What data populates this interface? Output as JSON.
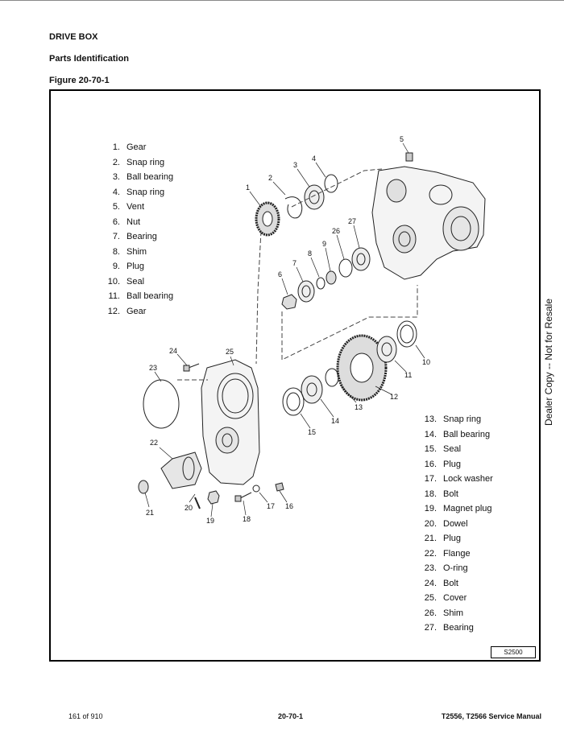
{
  "header": {
    "section_title": "DRIVE BOX",
    "subtitle": "Parts Identification",
    "figure_label": "Figure 20-70-1"
  },
  "legend_left": [
    {
      "num": "1.",
      "label": "Gear"
    },
    {
      "num": "2.",
      "label": "Snap ring"
    },
    {
      "num": "3.",
      "label": "Ball bearing"
    },
    {
      "num": "4.",
      "label": "Snap ring"
    },
    {
      "num": "5.",
      "label": "Vent"
    },
    {
      "num": "6.",
      "label": "Nut"
    },
    {
      "num": "7.",
      "label": "Bearing"
    },
    {
      "num": "8.",
      "label": "Shim"
    },
    {
      "num": "9.",
      "label": "Plug"
    },
    {
      "num": "10.",
      "label": "Seal"
    },
    {
      "num": "11.",
      "label": "Ball bearing"
    },
    {
      "num": "12.",
      "label": "Gear"
    }
  ],
  "legend_right": [
    {
      "num": "13.",
      "label": "Snap ring"
    },
    {
      "num": "14.",
      "label": "Ball bearing"
    },
    {
      "num": "15.",
      "label": "Seal"
    },
    {
      "num": "16.",
      "label": "Plug"
    },
    {
      "num": "17.",
      "label": "Lock washer"
    },
    {
      "num": "18.",
      "label": "Bolt"
    },
    {
      "num": "19.",
      "label": "Magnet plug"
    },
    {
      "num": "20.",
      "label": "Dowel"
    },
    {
      "num": "21.",
      "label": "Plug"
    },
    {
      "num": "22.",
      "label": "Flange"
    },
    {
      "num": "23.",
      "label": "O-ring"
    },
    {
      "num": "24.",
      "label": "Bolt"
    },
    {
      "num": "25.",
      "label": "Cover"
    },
    {
      "num": "26.",
      "label": "Shim"
    },
    {
      "num": "27.",
      "label": "Bearing"
    }
  ],
  "callouts": [
    "1",
    "2",
    "3",
    "4",
    "5",
    "6",
    "7",
    "8",
    "9",
    "10",
    "11",
    "12",
    "13",
    "14",
    "15",
    "16",
    "17",
    "18",
    "19",
    "20",
    "21",
    "22",
    "23",
    "24",
    "25",
    "26",
    "27"
  ],
  "figure_code": "S2500",
  "side_note": "Dealer Copy -- Not for Resale",
  "footer": {
    "page": "161 of 910",
    "section_page": "20-70-1",
    "manual": "T2556, T2566 Service Manual"
  }
}
